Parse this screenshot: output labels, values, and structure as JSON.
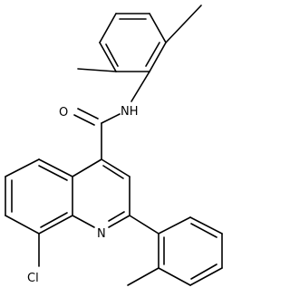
{
  "molecule": {
    "atoms": {
      "oxygen": "O",
      "amide_nh": "NH",
      "ring_nitrogen": "N",
      "chlorine": "Cl"
    }
  }
}
